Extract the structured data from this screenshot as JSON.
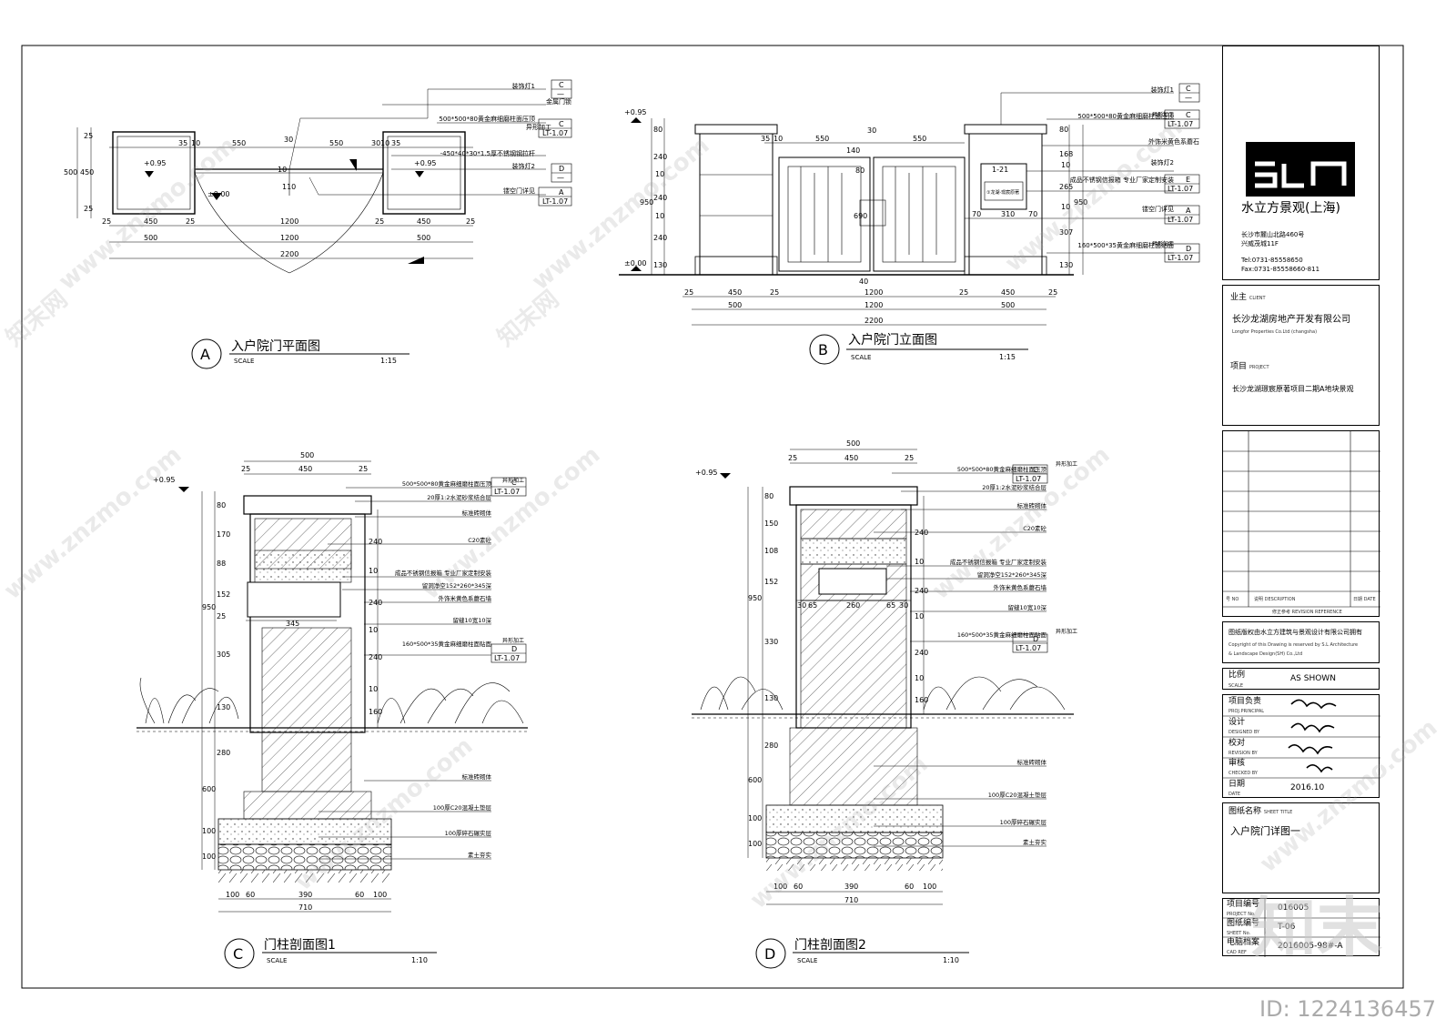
{
  "drawings": {
    "a": {
      "letter": "A",
      "title": "入户院门平面图",
      "scale_label": "SCALE",
      "scale": "1:15"
    },
    "b": {
      "letter": "B",
      "title": "入户院门立面图",
      "scale_label": "SCALE",
      "scale": "1:15"
    },
    "c": {
      "letter": "C",
      "title": "门柱剖面图1",
      "scale_label": "SCALE",
      "scale": "1:10"
    },
    "d": {
      "letter": "D",
      "title": "门柱剖面图2",
      "scale_label": "SCALE",
      "scale": "1:10"
    }
  },
  "plan_a": {
    "dims_top": [
      "35",
      "10",
      "550",
      "30",
      "550",
      "30",
      "10",
      "35"
    ],
    "dims_bottom": [
      "25",
      "450",
      "25",
      "1200",
      "25",
      "450",
      "25",
      "500",
      "1200",
      "500",
      "2200"
    ],
    "dims_left": [
      "25",
      "450",
      "25",
      "500"
    ],
    "levels": [
      "+0.95",
      "±0.00",
      "+0.95"
    ],
    "mid_dims": [
      "10",
      "110"
    ],
    "notes": [
      "装饰灯1",
      "金属门锁",
      "500*500*80黄金麻细磨柱面压顶",
      "-450*40*30*1.5厚不锈钢钢拉杆",
      "装饰灯2",
      "镂空门详见"
    ],
    "refs": [
      [
        "C",
        "—"
      ],
      [
        "C",
        "LT-1.07"
      ],
      [
        "D",
        "—"
      ],
      [
        "A",
        "LT-1.07"
      ]
    ],
    "ref_suffix": [
      "异形加工"
    ]
  },
  "elev_b": {
    "level_top": "+0.95",
    "level_zero": "±0.00",
    "dims_top": [
      "35",
      "10",
      "550",
      "30",
      "550"
    ],
    "dims_left": [
      "80",
      "240",
      "10",
      "240",
      "10",
      "240",
      "130",
      "950"
    ],
    "dims_right": [
      "80",
      "168",
      "10",
      "265",
      "10",
      "307",
      "130",
      "950"
    ],
    "dims_bottom": [
      "25",
      "450",
      "25",
      "1200",
      "25",
      "450",
      "25",
      "500",
      "1200",
      "500",
      "2200"
    ],
    "mid_dims": [
      "140",
      "80",
      "690",
      "40",
      "70",
      "310",
      "70"
    ],
    "sign_number": "1-21",
    "sign_text": "①龙湖·璟宸原著",
    "notes": [
      "装饰灯1",
      "500*500*80黄金麻细磨柱面压顶",
      "外饰米黄色系蘑石",
      "装饰灯2",
      "成品不锈钢信报箱 专业厂家定制安装",
      "镂空门详见",
      "160*500*35黄金麻细磨柱面贴面"
    ],
    "refs": [
      [
        "C",
        "—"
      ],
      [
        "C",
        "LT-1.07"
      ],
      [
        "E",
        "LT-1.07"
      ],
      [
        "A",
        "LT-1.07"
      ],
      [
        "D",
        "LT-1.07"
      ]
    ],
    "ref_suffix": [
      "异形加工",
      "异形加工"
    ]
  },
  "section_c": {
    "level": "+0.95",
    "dims_top": [
      "500",
      "25",
      "450",
      "25"
    ],
    "dims_left": [
      "80",
      "170",
      "88",
      "152",
      "25",
      "305",
      "130",
      "950",
      "280",
      "600",
      "100",
      "100"
    ],
    "dims_right": [
      "240",
      "10",
      "240",
      "10",
      "240",
      "10",
      "160"
    ],
    "dims_bottom": [
      "100",
      "60",
      "390",
      "60",
      "100",
      "710"
    ],
    "mid_dims": [
      "345"
    ],
    "notes": [
      "500*500*80黄金麻细磨柱面压顶",
      "20厚1:2水泥砂浆结合层",
      "标准砖砌体",
      "C20素砼",
      "成品不锈钢信报箱 专业厂家定制安装",
      "留洞净空152*260*345深",
      "外饰米黄色系蘑石墙",
      "留缝10宽10深",
      "160*500*35黄金麻细磨柱面贴面",
      "标准砖砌体",
      "100厚C20混凝土垫层",
      "100厚碎石碾实层",
      "素土夯实"
    ],
    "refs": [
      [
        "C",
        "LT-1.07"
      ],
      [
        "D",
        "LT-1.07"
      ]
    ],
    "ref_suffix": [
      "异形加工",
      "异形加工"
    ]
  },
  "section_d": {
    "level": "+0.95",
    "dims_top": [
      "500",
      "25",
      "450",
      "25"
    ],
    "dims_left": [
      "80",
      "150",
      "108",
      "152",
      "330",
      "130",
      "950",
      "280",
      "600",
      "100",
      "100"
    ],
    "dims_right": [
      "240",
      "10",
      "240",
      "10",
      "240",
      "10",
      "160"
    ],
    "dims_bottom": [
      "100",
      "60",
      "390",
      "60",
      "100",
      "710"
    ],
    "mid_dims": [
      "30",
      "65",
      "260",
      "65",
      "30"
    ],
    "notes": [
      "500*500*80黄金麻细磨柱面压顶",
      "20厚1:2水泥砂浆结合层",
      "标准砖砌体",
      "C20素砼",
      "成品不锈钢信报箱 专业厂家定制安装",
      "留洞净空152*260*345深",
      "外饰米黄色系蘑石墙",
      "留缝10宽10深",
      "160*500*35黄金麻细磨柱面贴面",
      "标准砖砌体",
      "100厚C20混凝土垫层",
      "100厚碎石碾实层",
      "素土夯实"
    ],
    "refs": [
      [
        "C",
        "LT-1.07"
      ],
      [
        "D",
        "LT-1.07"
      ]
    ],
    "ref_suffix": [
      "异形加工",
      "异形加工"
    ]
  },
  "title_block": {
    "company": "水立方景观(上海)",
    "address_1": "长沙市麓山北路460号",
    "address_2": "兴威茂城11F",
    "tel": "Tel:0731-85558650",
    "fax": "Fax:0731-85558660-811",
    "client_label": "业主",
    "client_label_en": "CLIENT",
    "client": "长沙龙湖房地产开发有限公司",
    "client_en": "Longfor Properties Co.Ltd (changsha)",
    "project_label": "项目",
    "project_label_en": "PROJECT",
    "project": "长沙龙湖璟宸原著项目二期A地块景观",
    "rev_no": "号 NO",
    "rev_desc": "说明 DESCRIPTION",
    "rev_date": "日期 DATE",
    "rev_ref": "修正参考 REVISION REFERENCE",
    "copyright_1": "图纸版权由水立方建筑与景观设计有限公司拥有",
    "copyright_2": "Copyright of this Drawing is reserved by S.L Architecture",
    "copyright_3": "& Landscape Design(SH) Co.,Ltd",
    "scale_label": "比例",
    "scale_label_en": "SCALE",
    "scale_value": "AS SHOWN",
    "principal_label": "项目负责",
    "principal_label_en": "PROJ.PRINCIPAL",
    "designer_label": "设计",
    "designer_label_en": "DESIGNED BY",
    "reviewer_label": "校对",
    "reviewer_label_en": "REVISION BY",
    "checker_label": "审核",
    "checker_label_en": "CHECKED BY",
    "date_label": "日期",
    "date_label_en": "DATE",
    "date_value": "2016.10",
    "sheet_title_label": "图纸名称",
    "sheet_title_label_en": "SHEET TITLE",
    "sheet_title": "入户院门详图一",
    "project_no_label": "项目编号",
    "project_no_label_en": "PROJECT No.",
    "project_no": "016005",
    "sheet_no_label": "图纸编号",
    "sheet_no_label_en": "SHEET No.",
    "sheet_no": "T-06",
    "cad_label": "电脑档案",
    "cad_label_en": "CAD REF",
    "cad_value": "2016005-98#-A"
  },
  "watermark": {
    "site": "www.znzmo.com",
    "brand": "知末",
    "brand_alt": "知末网",
    "id": "ID: 1224136457"
  }
}
